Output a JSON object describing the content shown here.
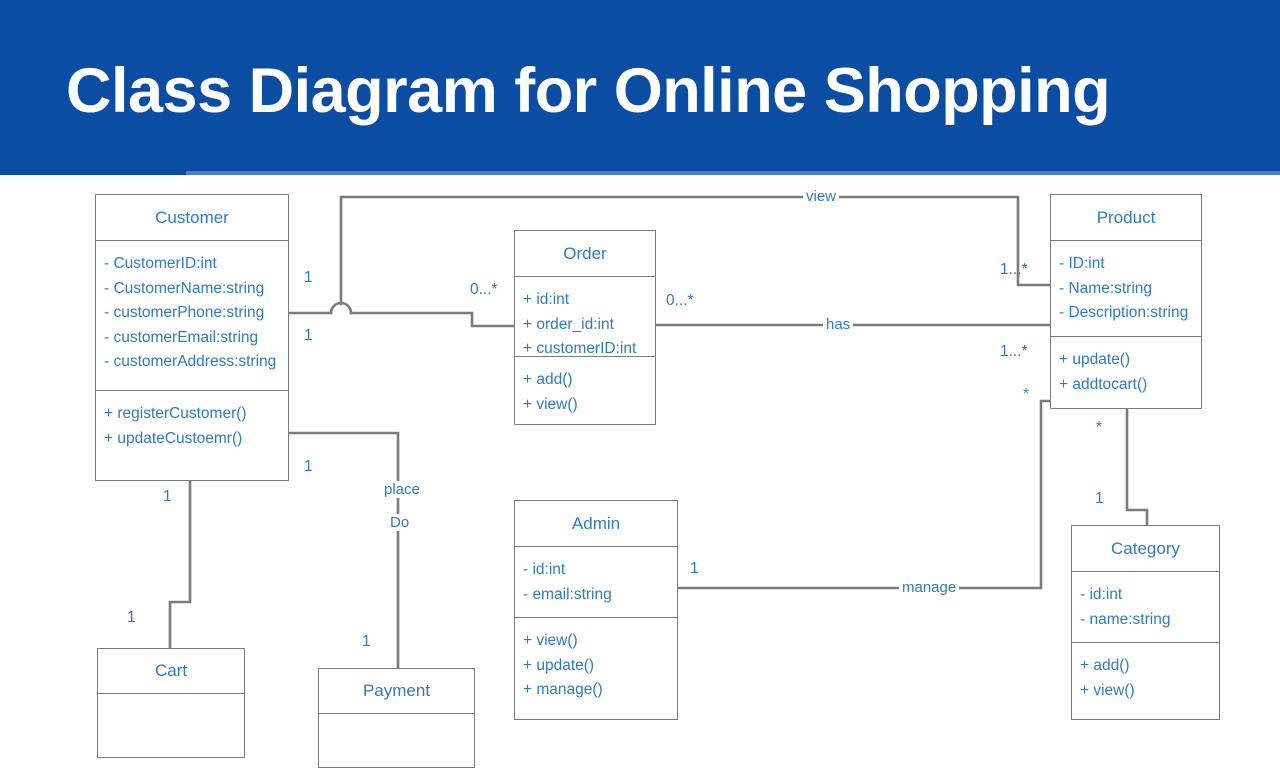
{
  "header": {
    "title": "Class Diagram for Online Shopping",
    "background_color": "#0B4DA2",
    "text_color": "#FFFFFF"
  },
  "theme": {
    "class_text_color": "#2E7BC4",
    "line_color": "#7B7B7B",
    "canvas_background": "#FFFFFF"
  },
  "diagram": {
    "type": "uml-class-diagram",
    "classes": [
      {
        "id": "customer",
        "name": "Customer",
        "attributes": [
          "- CustomerID:int",
          "- CustomerName:string",
          "- customerPhone:string",
          "- customerEmail:string",
          "- customerAddress:string"
        ],
        "methods": [
          "+ registerCustomer()",
          "+ updateCustoemr()"
        ]
      },
      {
        "id": "order",
        "name": "Order",
        "attributes": [
          "+ id:int",
          "+ order_id:int",
          "+ customerID:int"
        ],
        "methods": [
          "+ add()",
          "+ view()"
        ]
      },
      {
        "id": "product",
        "name": "Product",
        "attributes": [
          "- ID:int",
          "- Name:string",
          "- Description:string"
        ],
        "methods": [
          "+ update()",
          "+ addtocart()"
        ]
      },
      {
        "id": "admin",
        "name": "Admin",
        "attributes": [
          "- id:int",
          "- email:string"
        ],
        "methods": [
          "+ view()",
          "+ update()",
          "+ manage()"
        ]
      },
      {
        "id": "category",
        "name": "Category",
        "attributes": [
          "- id:int",
          "- name:string"
        ],
        "methods": [
          "+ add()",
          "+ view()"
        ]
      },
      {
        "id": "cart",
        "name": "Cart",
        "attributes": [],
        "methods": []
      },
      {
        "id": "payment",
        "name": "Payment",
        "attributes": [],
        "methods": []
      }
    ],
    "relationships": [
      {
        "id": "customer-order",
        "label": "place",
        "from": "customer",
        "to": "order",
        "from_multiplicity": "1",
        "to_multiplicity": "0...*"
      },
      {
        "id": "customer-product",
        "label": "view",
        "from": "customer",
        "to": "product",
        "from_multiplicity": "1",
        "to_multiplicity": "1...*"
      },
      {
        "id": "order-product",
        "label": "has",
        "from": "order",
        "to": "product",
        "from_multiplicity": "0...*",
        "to_multiplicity": "1...*"
      },
      {
        "id": "customer-cart",
        "label": "",
        "from": "customer",
        "to": "cart",
        "from_multiplicity": "1",
        "to_multiplicity": "1"
      },
      {
        "id": "customer-payment",
        "label": "Do",
        "from": "customer",
        "to": "payment",
        "from_multiplicity": "1",
        "to_multiplicity": "1"
      },
      {
        "id": "admin-product",
        "label": "manage",
        "from": "admin",
        "to": "product",
        "from_multiplicity": "1",
        "to_multiplicity": "*"
      },
      {
        "id": "product-category",
        "label": "",
        "from": "product",
        "to": "category",
        "from_multiplicity": "*",
        "to_multiplicity": "1"
      }
    ],
    "multiplicity_labels": [
      {
        "id": "m-customer-place-top",
        "text": "1"
      },
      {
        "id": "m-customer-place-bottom",
        "text": "1"
      },
      {
        "id": "m-order-place",
        "text": "0...*"
      },
      {
        "id": "m-order-has",
        "text": "0...*"
      },
      {
        "id": "m-product-view",
        "text": "1...*"
      },
      {
        "id": "m-product-has",
        "text": "1...*"
      },
      {
        "id": "m-product-manage",
        "text": "*"
      },
      {
        "id": "m-product-category",
        "text": "*"
      },
      {
        "id": "m-category",
        "text": "1"
      },
      {
        "id": "m-customer-do",
        "text": "1"
      },
      {
        "id": "m-customer-cart",
        "text": "1"
      },
      {
        "id": "m-cart",
        "text": "1"
      },
      {
        "id": "m-payment",
        "text": "1"
      },
      {
        "id": "m-admin-manage",
        "text": "1"
      }
    ]
  }
}
